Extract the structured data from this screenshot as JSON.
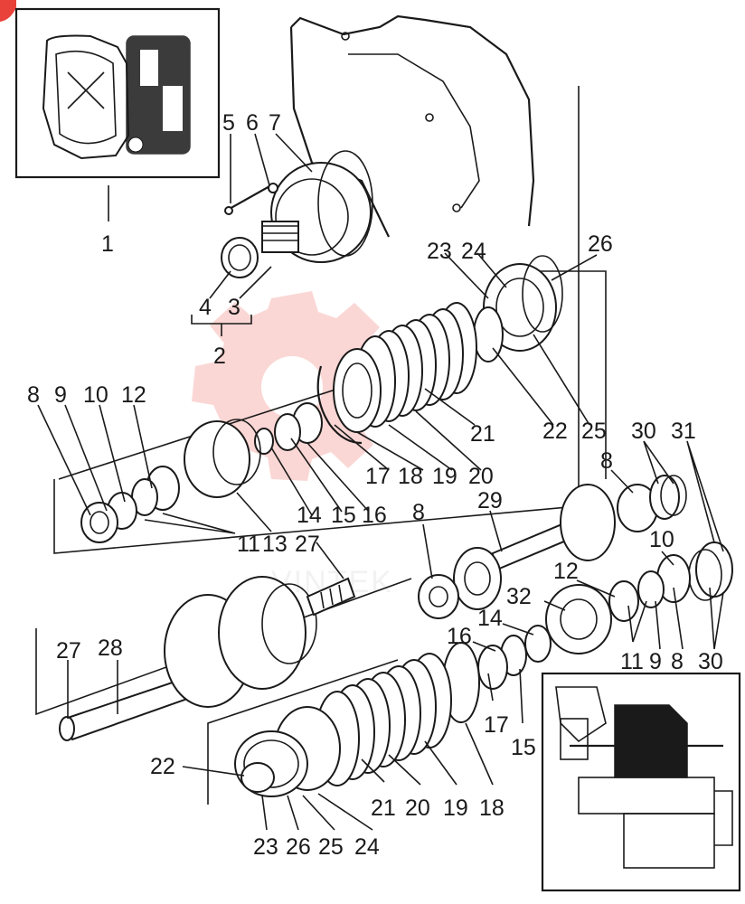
{
  "figure": {
    "watermark_text": "VINTEK",
    "accent_color": "#e8423a",
    "watermark_color": "#f6b7b2"
  },
  "callouts": [
    {
      "id": "c1",
      "text": "1"
    },
    {
      "id": "c2",
      "text": "2"
    },
    {
      "id": "c3",
      "text": "3"
    },
    {
      "id": "c4",
      "text": "4"
    },
    {
      "id": "c5",
      "text": "5"
    },
    {
      "id": "c6",
      "text": "6"
    },
    {
      "id": "c7",
      "text": "7"
    },
    {
      "id": "c8a",
      "text": "8"
    },
    {
      "id": "c9a",
      "text": "9"
    },
    {
      "id": "c10a",
      "text": "10"
    },
    {
      "id": "c12a",
      "text": "12"
    },
    {
      "id": "c11a",
      "text": "11"
    },
    {
      "id": "c13",
      "text": "13"
    },
    {
      "id": "c27a",
      "text": "27"
    },
    {
      "id": "c14a",
      "text": "14"
    },
    {
      "id": "c15a",
      "text": "15"
    },
    {
      "id": "c16a",
      "text": "16"
    },
    {
      "id": "c17a",
      "text": "17"
    },
    {
      "id": "c18a",
      "text": "18"
    },
    {
      "id": "c19a",
      "text": "19"
    },
    {
      "id": "c20a",
      "text": "20"
    },
    {
      "id": "c21a",
      "text": "21"
    },
    {
      "id": "c22a",
      "text": "22"
    },
    {
      "id": "c25a",
      "text": "25"
    },
    {
      "id": "c23a",
      "text": "23"
    },
    {
      "id": "c24a",
      "text": "24"
    },
    {
      "id": "c26a",
      "text": "26"
    },
    {
      "id": "c30a",
      "text": "30"
    },
    {
      "id": "c31",
      "text": "31"
    },
    {
      "id": "c8b",
      "text": "8"
    },
    {
      "id": "c29",
      "text": "29"
    },
    {
      "id": "c8c",
      "text": "8"
    },
    {
      "id": "c10b",
      "text": "10"
    },
    {
      "id": "c12b",
      "text": "12"
    },
    {
      "id": "c32",
      "text": "32"
    },
    {
      "id": "c14b",
      "text": "14"
    },
    {
      "id": "c16b",
      "text": "16"
    },
    {
      "id": "c11b",
      "text": "11"
    },
    {
      "id": "c9b",
      "text": "9"
    },
    {
      "id": "c8d",
      "text": "8"
    },
    {
      "id": "c30b",
      "text": "30"
    },
    {
      "id": "c27b",
      "text": "27"
    },
    {
      "id": "c28",
      "text": "28"
    },
    {
      "id": "c17b",
      "text": "17"
    },
    {
      "id": "c15b",
      "text": "15"
    },
    {
      "id": "c22b",
      "text": "22"
    },
    {
      "id": "c21b",
      "text": "21"
    },
    {
      "id": "c20b",
      "text": "20"
    },
    {
      "id": "c19b",
      "text": "19"
    },
    {
      "id": "c18b",
      "text": "18"
    },
    {
      "id": "c23b",
      "text": "23"
    },
    {
      "id": "c26b",
      "text": "26"
    },
    {
      "id": "c25b",
      "text": "25"
    },
    {
      "id": "c24b",
      "text": "24"
    }
  ]
}
